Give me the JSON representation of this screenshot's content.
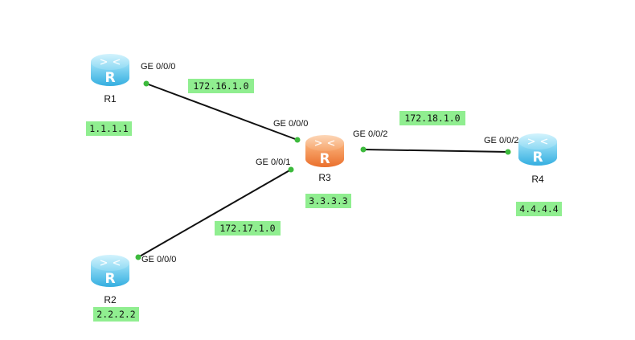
{
  "colors": {
    "router_blue": "#5cc6ec",
    "router_orange": "#f28c48",
    "subnet_bg": "#90ee90",
    "link": "#111111",
    "port_dot": "#3dba3d"
  },
  "routers": [
    {
      "name": "R1",
      "color": "blue",
      "icon": "router-icon"
    },
    {
      "name": "R2",
      "color": "blue",
      "icon": "router-icon"
    },
    {
      "name": "R3",
      "color": "orange",
      "icon": "router-icon"
    },
    {
      "name": "R4",
      "color": "blue",
      "icon": "router-icon"
    }
  ],
  "router_ids": [
    "1.1.1.1",
    "2.2.2.2",
    "3.3.3.3",
    "4.4.4.4"
  ],
  "links": [
    {
      "network": "172.16.1.0",
      "a": {
        "router": "R1",
        "port": "GE 0/0/0"
      },
      "b": {
        "router": "R3",
        "port": "GE 0/0/0"
      }
    },
    {
      "network": "172.17.1.0",
      "a": {
        "router": "R2",
        "port": "GE 0/0/0"
      },
      "b": {
        "router": "R3",
        "port": "GE 0/0/1"
      }
    },
    {
      "network": "172.18.1.0",
      "a": {
        "router": "R3",
        "port": "GE 0/0/2"
      },
      "b": {
        "router": "R4",
        "port": "GE 0/0/2"
      }
    }
  ]
}
